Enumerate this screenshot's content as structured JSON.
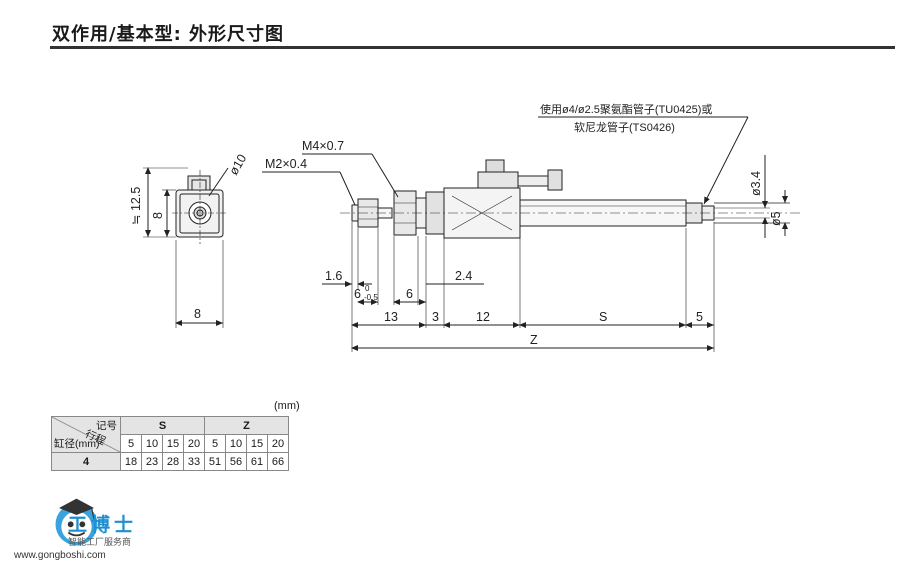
{
  "title": "双作用/基本型: 外形尺寸图",
  "front_view": {
    "dim_12_5": "≒ 12.5",
    "dim_8_v": "8",
    "dim_8_h": "8",
    "dim_phi10": "ø10"
  },
  "side_view": {
    "thread_m4": "M4×0.7",
    "thread_m2": "M2×0.4",
    "tube_note_line1": "使用ø4/ø2.5聚氨酯管子(TU0425)或",
    "tube_note_line2": "软尼龙管子(TS0426)",
    "dim_phi3_4": "ø3.4",
    "dim_phi5": "ø5",
    "dim_1_6": "1.6",
    "dim_6_tol": "6",
    "dim_tol_upper": "0",
    "dim_tol_lower": "-0.5",
    "dim_6": "6",
    "dim_2_4": "2.4",
    "dim_13": "13",
    "dim_3": "3",
    "dim_12": "12",
    "dim_s": "S",
    "dim_5": "5",
    "dim_z": "Z"
  },
  "table": {
    "unit": "(mm)",
    "corner_top": "记号",
    "corner_mid": "行程",
    "corner_bottom": "缸径(mm)",
    "group_s": "S",
    "group_z": "Z",
    "strokes": [
      "5",
      "10",
      "15",
      "20",
      "5",
      "10",
      "15",
      "20"
    ],
    "bore": "4",
    "values": [
      "18",
      "23",
      "28",
      "33",
      "51",
      "56",
      "61",
      "66"
    ]
  },
  "logo": {
    "name": "工博士",
    "sub": "智能工厂服务商",
    "url": "www.gongboshi.com"
  }
}
